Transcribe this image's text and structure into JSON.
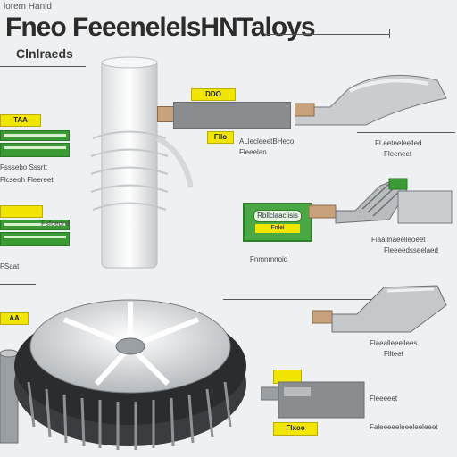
{
  "header": {
    "top_label": "lorem Hanld",
    "title": "Fneo FeeenelelsHNTaloys",
    "subtitle": "Clnlraeds"
  },
  "left_panel": {
    "tag1": "TAA",
    "label1a": "Fsssebo Sssrtt",
    "label1b": "Flcseoh  Fleereet",
    "label2": "Fsfcedrd",
    "label3": "FSaat",
    "tag3": "AA"
  },
  "right_panel": {
    "tag_top": "DDO",
    "tag_mid": "Fllo",
    "label_top_a": "ALlecleeetBHeco",
    "label_top_b": "Fleeelan",
    "label_right_a": "FLeeteeleelled",
    "label_right_b": "Fleeneet",
    "green_screen": "Rbllclaaclisis",
    "green_sub": "Fnlel",
    "label_center": "Fnmnmnoid",
    "label_mid_right_a": "Fiaallnaeelleoeet",
    "label_mid_right_b": "Fleeeedsseelaed",
    "label_lower_right_a": "Flaealleeellees",
    "label_lower_right_b": "Fllteet",
    "label_bottom_right_a": "Fleeeeet",
    "label_bottom_right_b": "Faleeeeeleeeleeleeet",
    "tag_bottom": "Flxoo"
  },
  "colors": {
    "accent_yellow": "#f2e600",
    "accent_green": "#3a9b35",
    "background": "#eef0f2"
  }
}
